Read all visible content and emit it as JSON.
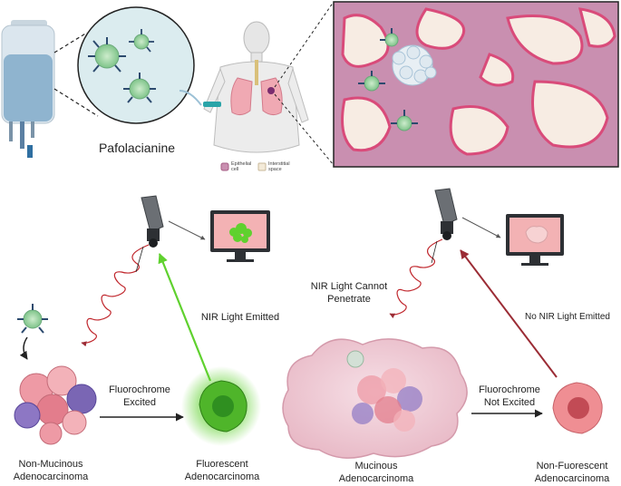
{
  "top": {
    "drug_label": "Pafolacianine",
    "legend": {
      "epithelial": "Epithelial\ncell",
      "interstitial": "Interstitial\nspace"
    }
  },
  "left_panel": {
    "nir_emitted": "NIR Light Emitted",
    "fluoro_excited": "Fluorochrome\nExcited",
    "non_mucinous": "Non-Mucinous\nAdenocarcinoma",
    "fluorescent": "Fluorescent\nAdenocarcinoma"
  },
  "right_panel": {
    "nir_cannot": "NIR Light Cannot\nPenetrate",
    "no_nir": "No NIR Light Emitted",
    "fluoro_not": "Fluorochrome\nNot Excited",
    "mucinous": "Mucinous\nAdenocarcinoma",
    "non_fluorescent": "Non-Fuorescent\nAdenocarcinoma"
  },
  "colors": {
    "green": "#5fd12e",
    "dark_red": "#9b2c35",
    "tissue": "#c98fb0",
    "pink": "#f3a2a9",
    "monitor_screen_red": "#f3b2b4"
  }
}
